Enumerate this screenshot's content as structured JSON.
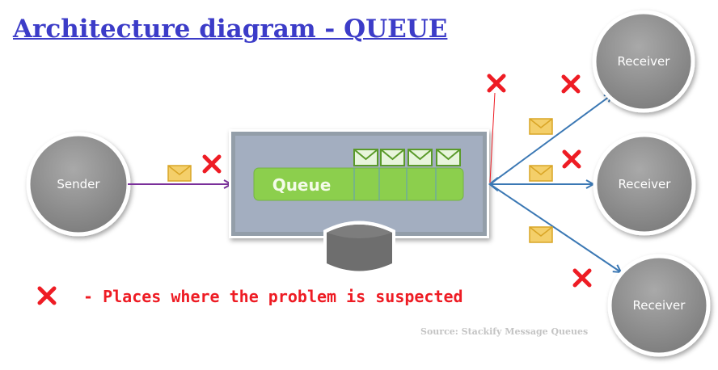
{
  "title": "Architecture diagram - QUEUE",
  "sender": {
    "label": "Sender"
  },
  "queue": {
    "label": "Queue",
    "message_count": 4
  },
  "receivers": [
    {
      "label": "Receiver"
    },
    {
      "label": "Receiver"
    },
    {
      "label": "Receiver"
    }
  ],
  "legend": {
    "icon": "red-x-icon",
    "text": "- Places where the problem is suspected"
  },
  "source": "Source: Stackify Message Queues",
  "colors": {
    "title": "#3c3cc8",
    "problem": "#ee1c24",
    "queue_green": "#8ccf4d",
    "arrow_blue": "#3b78b4",
    "arrow_purple": "#7a2f9a",
    "envelope": "#f2c24e"
  }
}
